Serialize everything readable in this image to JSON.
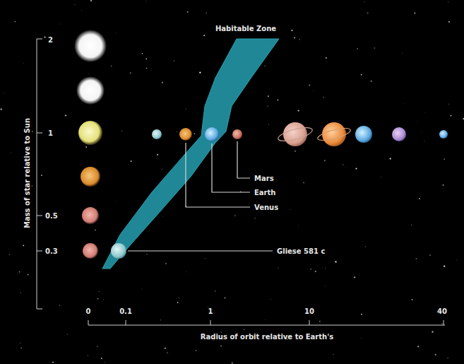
{
  "diagram": {
    "labels": [
      "Habitable Zone",
      "2",
      "1",
      "0.5",
      "0.3",
      "Mars",
      "Earth",
      "Venus",
      "Gliese 581 c",
      "Mass of star relative to Sun",
      "0",
      "0.1",
      "1",
      "10",
      "40",
      "Radius of orbit relative to Earth's"
    ]
  }
}
